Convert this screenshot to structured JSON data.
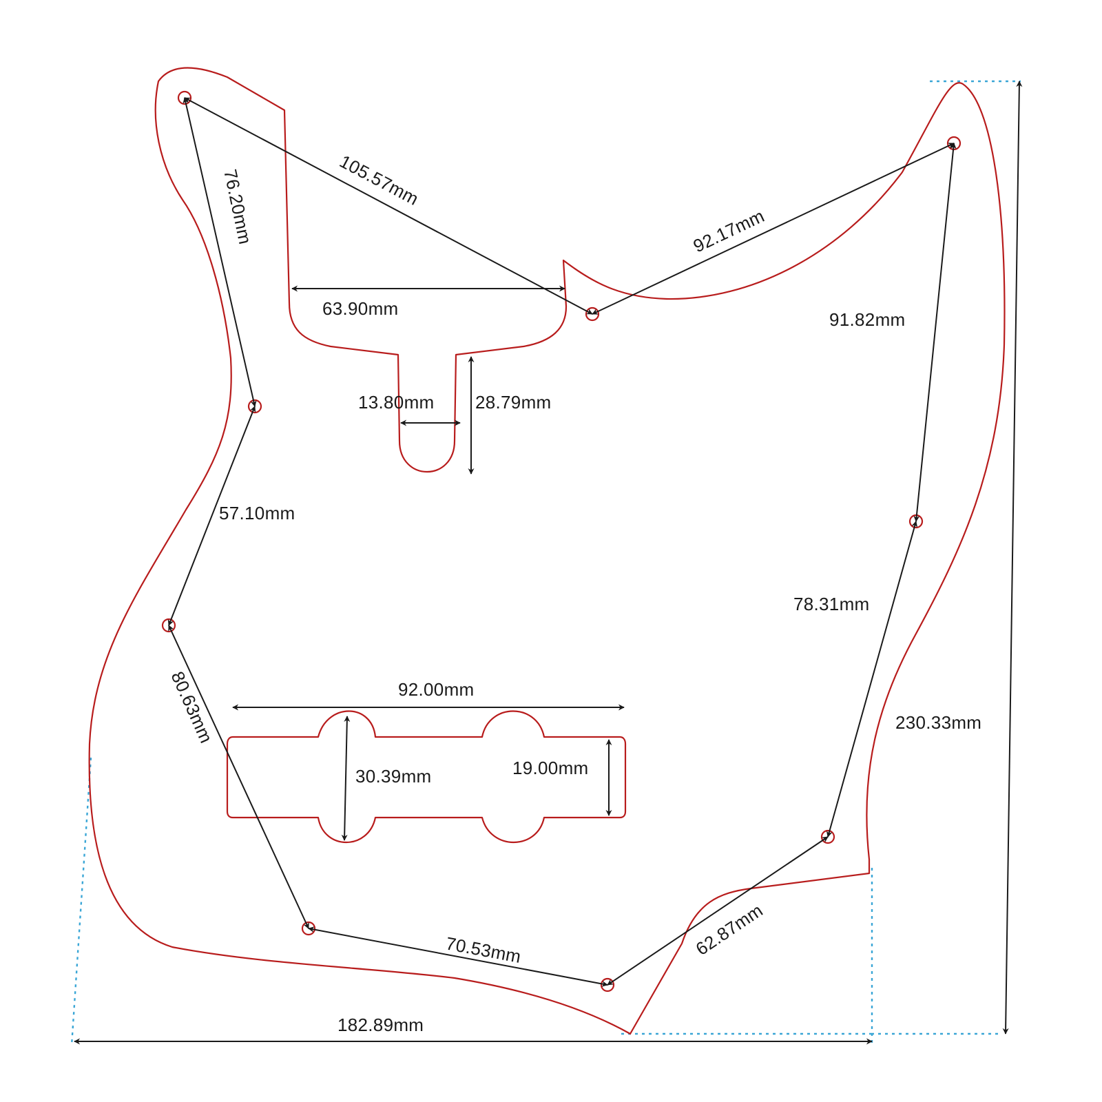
{
  "diagram": {
    "outline_color": "#b81c1c",
    "dimension_color": "#1a1a1a",
    "guide_color": "#3aa6d6",
    "labels": {
      "top_diagonal": "105.57mm",
      "upper_right_diagonal": "92.17mm",
      "upper_left_vertical": "76.20mm",
      "neck_pocket_width": "63.90mm",
      "right_upper_vertical": "91.82mm",
      "slot_width": "13.80mm",
      "slot_height": "28.79mm",
      "left_middle": "57.10mm",
      "right_middle": "78.31mm",
      "pickup_width": "92.00mm",
      "left_lower": "80.63mm",
      "pickup_outer_height": "30.39mm",
      "pickup_inner_height": "19.00mm",
      "overall_height": "230.33mm",
      "bottom_left": "70.53mm",
      "bottom_right": "62.87mm",
      "overall_width": "182.89mm"
    }
  }
}
